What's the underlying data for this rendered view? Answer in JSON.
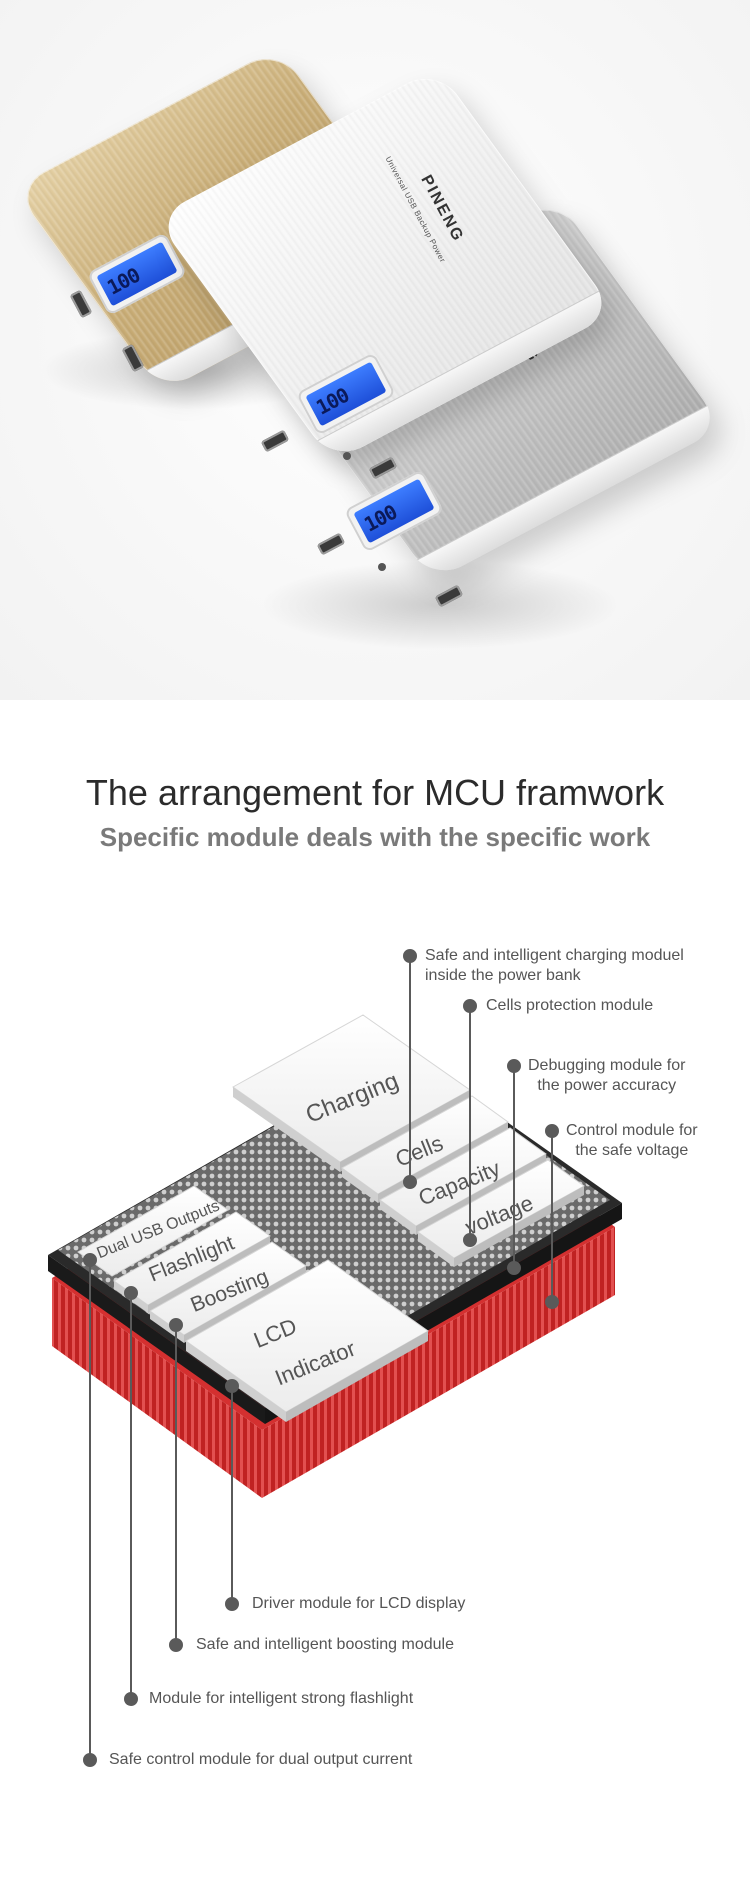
{
  "product": {
    "brand": "PINENG",
    "subtitle": "Universal USB Backup Power",
    "lcd_reading": "100",
    "colors": {
      "gold": "#c9ad76",
      "silver": "#c5c5c5",
      "white": "#f1f1f1",
      "lcd_blue": "#2f6bff"
    }
  },
  "heading": {
    "title": "The arrangement for MCU framwork",
    "subtitle": "Specific module deals with the specific work"
  },
  "modules": {
    "charging": "Charging",
    "cells": "Cells",
    "capacity": "Capacity",
    "voltage": "voltage",
    "dual_usb": "Dual USB Outputs",
    "flashlight": "Flashlight",
    "boosting": "Boosting",
    "lcd_line1": "LCD",
    "lcd_line2": "Indicator"
  },
  "callouts": {
    "charging": {
      "line1": "Safe and intelligent charging moduel",
      "line2": "inside the power bank"
    },
    "cells": {
      "line1": "Cells protection module"
    },
    "capacity": {
      "line1": "Debugging module for",
      "line2": "the power accuracy"
    },
    "voltage": {
      "line1": "Control module for",
      "line2": "the safe voltage"
    },
    "lcd": {
      "line1": "Driver module for LCD display"
    },
    "boosting": {
      "line1": "Safe and intelligent boosting module"
    },
    "flashlight": {
      "line1": "Module for intelligent strong flashlight"
    },
    "dual_usb": {
      "line1": "Safe control module for dual output current"
    }
  }
}
